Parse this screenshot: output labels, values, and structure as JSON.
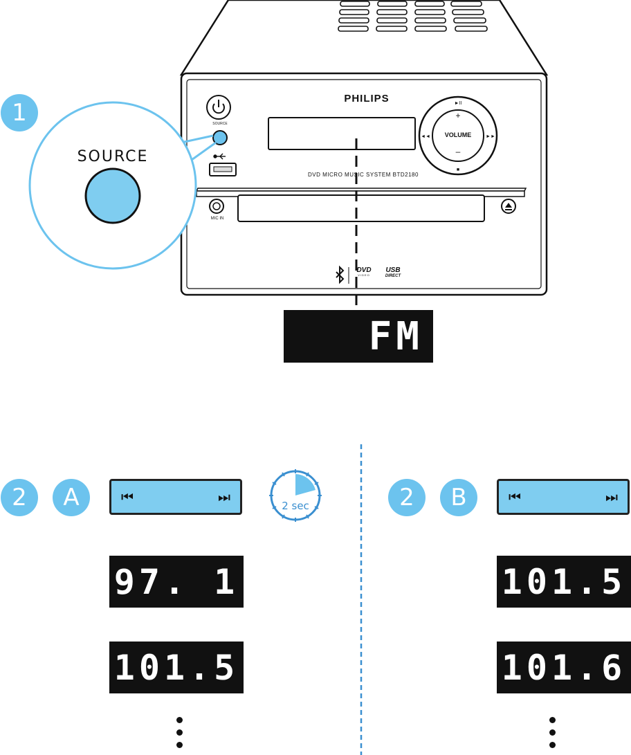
{
  "device": {
    "brand": "PHILIPS",
    "model_text": "DVD MICRO MUSIC SYSTEM BTD2180",
    "source_small_label": "SOURCE",
    "mic_in_label": "MIC IN",
    "volume_label": "VOLUME",
    "volume_plus": "+",
    "volume_minus": "–",
    "dvd_logo": "DVD",
    "dvd_logo_sub": "VIDEO",
    "usb_logo": "USB",
    "usb_logo_sub": "DIRECT"
  },
  "callout": {
    "label": "SOURCE"
  },
  "steps": {
    "step1": "1",
    "step2a_number": "2",
    "step2a_letter": "A",
    "step2b_number": "2",
    "step2b_letter": "B"
  },
  "displays": {
    "source_result": "FM",
    "a_first": "97. 1",
    "a_second": "101.5",
    "b_first": "101.5",
    "b_second": "101.6"
  },
  "nav_buttons": {
    "prev_glyph": "⏮",
    "next_glyph": "⏭"
  },
  "timer": {
    "label": "2 sec"
  },
  "colors": {
    "accent_blue": "#6cc3ee",
    "button_blue": "#7fcdf0",
    "lcd_bg": "#111111",
    "divider_blue": "#3a8fd0"
  }
}
